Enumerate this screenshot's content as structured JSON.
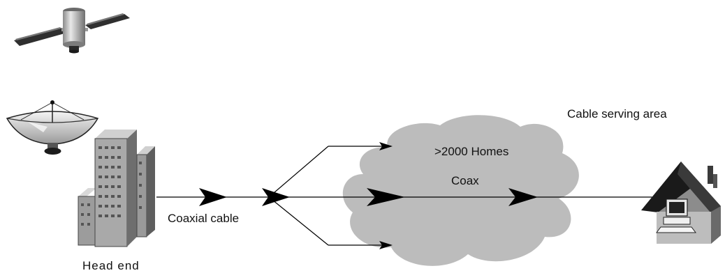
{
  "labels": {
    "head_end": "Head end",
    "coaxial_cable": "Coaxial cable",
    "homes": ">2000 Homes",
    "coax": "Coax",
    "serving_area": "Cable serving area"
  },
  "icons": {
    "satellite": "satellite-icon",
    "dish": "satellite-dish-icon",
    "building": "head-end-building-icon",
    "cloud": "cable-serving-area-cloud",
    "house": "home-computer-icon"
  },
  "colors": {
    "cloud_fill": "#bcbcbc",
    "building_fill": "#a6a6a6",
    "line": "#000000"
  }
}
